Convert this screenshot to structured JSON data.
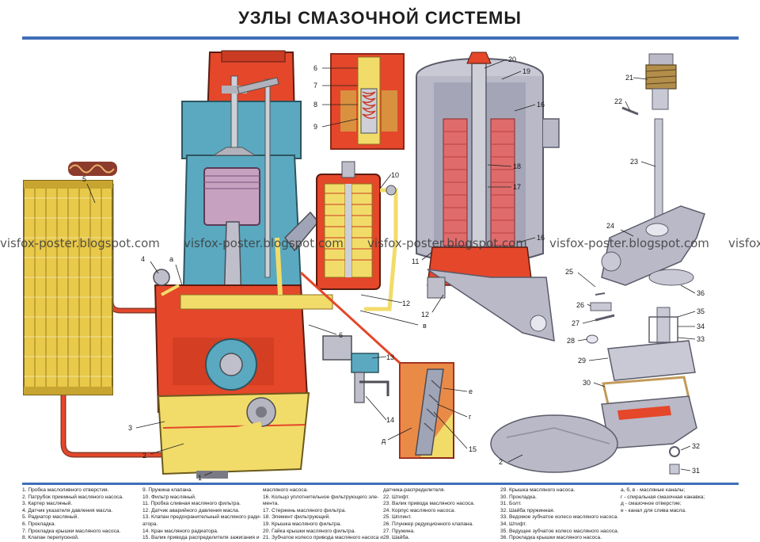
{
  "title": "УЗЛЫ СМАЗОЧНОЙ СИСТЕМЫ",
  "watermark": "visfox-poster.blogspot.com",
  "colors": {
    "accent_rule": "#3f6fb9",
    "engine_red": "#e4472a",
    "oil_yellow": "#f1dc6a",
    "blue_grey": "#5aa9c0",
    "metal": "#b9b9c4",
    "radiator_yellow": "#e8c94a"
  },
  "callouts": {
    "n1": "1",
    "n2": "2",
    "n3": "3",
    "n4": "4",
    "n5": "5",
    "n6": "6",
    "n6b": "6",
    "n7": "7",
    "n8": "8",
    "n9": "9",
    "n10": "10",
    "n11": "11",
    "n12": "12",
    "n13": "13",
    "n14": "14",
    "n15": "15",
    "n16": "16",
    "n16b": "16",
    "n17": "17",
    "n18": "18",
    "n19": "19",
    "n20": "20",
    "n21": "21",
    "n22": "22",
    "n23": "23",
    "n24": "24",
    "n25": "25",
    "n26": "26",
    "n27": "27",
    "n28": "28",
    "n29": "29",
    "n30": "30",
    "n31": "31",
    "n32": "32",
    "n33": "33",
    "n34": "34",
    "n35": "35",
    "n36": "36",
    "n2b": "2",
    "la": "а",
    "lv": "в",
    "ld": "д",
    "le": "е",
    "lg": "г"
  },
  "legend": {
    "col1": [
      "1. Пробка маслоливного отверстия.",
      "2. Патрубок приемный масляного насоса.",
      "3. Картер масляный.",
      "4. Датчик указателя давления масла.",
      "5. Радиатор масляный.",
      "6. Прокладка.",
      "7. Прокладка крышки масляного насоса.",
      "8. Клапан перепускной."
    ],
    "col2": [
      "9. Пружина клапана.",
      "10. Фильтр масляный.",
      "11. Пробка сливная масляного фильтра.",
      "12. Датчик аварийного давления масла.",
      "13. Клапан предохранительный масляного ради-",
      "атора.",
      "14. Кран масляного радиатора.",
      "15. Валик привода распределителя зажигания и"
    ],
    "col3": [
      "масляного насоса.",
      "16. Кольцо уплотнительное фильтрующего эле-",
      "мента.",
      "17. Стержень масляного фильтра.",
      "18. Элемент фильтрующий.",
      "19. Крышка масляного фильтра.",
      "20. Гайка крышки масляного фильтра.",
      "21. Зубчатое колесо привода масляного насоса и"
    ],
    "col4": [
      "датчика-распределителя.",
      "22. Штифт.",
      "23. Валик привода масляного насоса.",
      "24. Корпус масляного насоса.",
      "25. Шплинт.",
      "26. Плунжер редукционного клапана.",
      "27. Пружина.",
      "28. Шайба."
    ],
    "col5": [
      "29. Крышка масляного насоса.",
      "30. Прокладка.",
      "31. Болт.",
      "32. Шайба пружинная.",
      "33. Ведомое зубчатое колесо масляного насоса.",
      "34. Штифт.",
      "35. Ведущее зубчатое колесо масляного насоса.",
      "36. Прокладка крышки масляного насоса."
    ],
    "col6": [
      "а, б, в - масляные каналы;",
      "г - спиральная смазочная канавка;",
      "д - смазочное отверстие;",
      "е - канал для слива масла."
    ]
  }
}
